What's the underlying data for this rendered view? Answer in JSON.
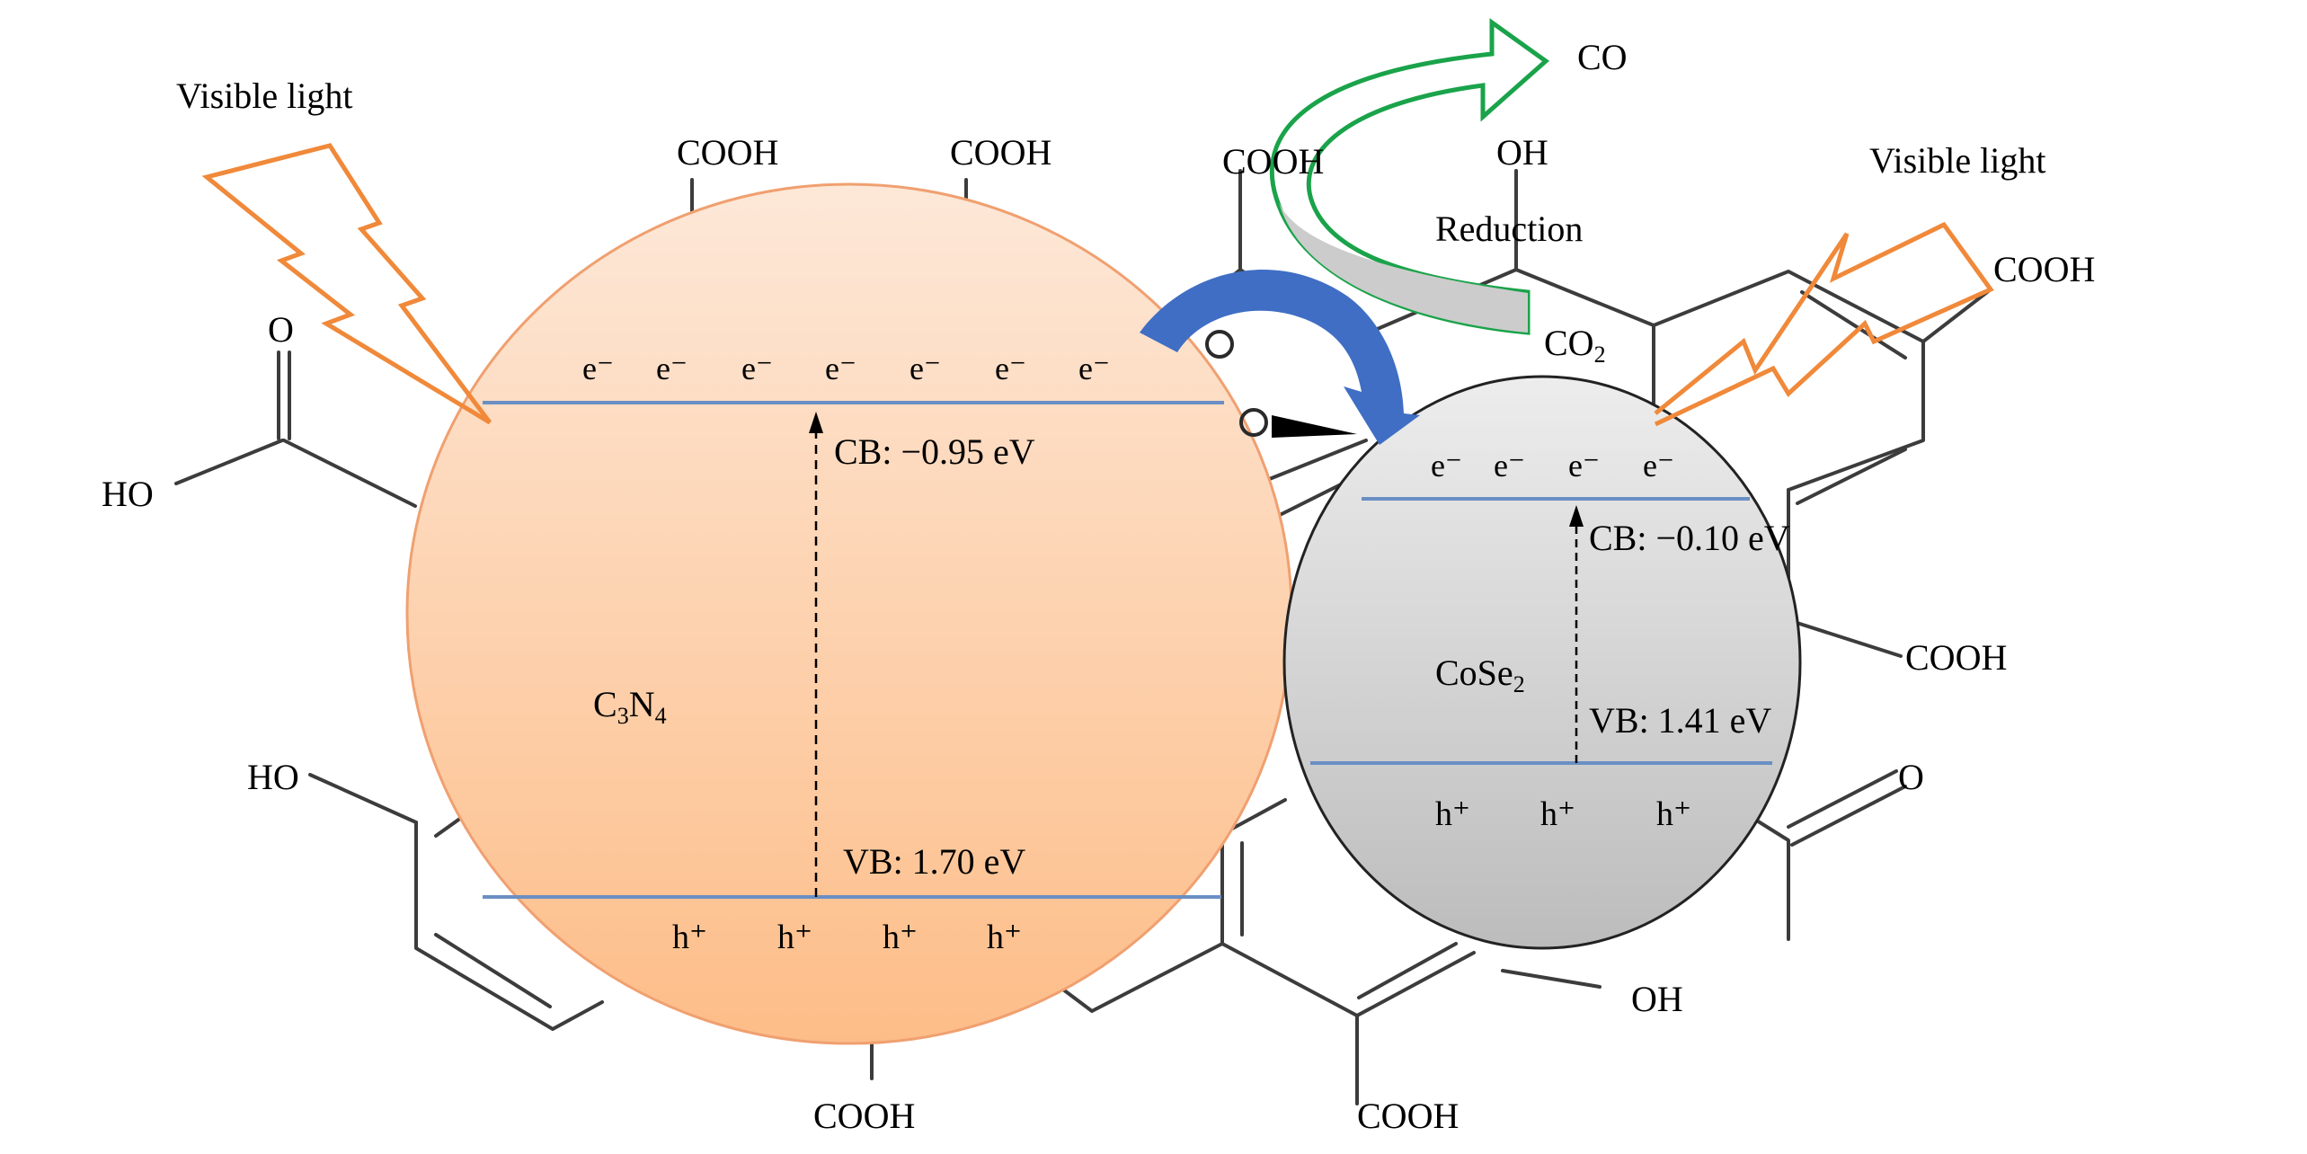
{
  "title": "C3N4/CoSe2 photocatalytic CO2 reduction mechanism",
  "colors": {
    "c3n4_fill_top": "#fde6d4",
    "c3n4_fill_bottom": "#fdbf8c",
    "cose2_fill_top": "#ececec",
    "cose2_fill_bottom": "#bdbdbd",
    "band_line": "#6a8fc4",
    "electron_transfer_arrow": "#3f6ec4",
    "reduction_arrow_outline": "#1aa34a",
    "reduction_arrow_fill": "#cccccc",
    "light_bolt": "#f0893a"
  },
  "light": {
    "left_label": "Visible light",
    "right_label": "Visible light"
  },
  "c3n4": {
    "name_main": "C",
    "name_sub1": "3",
    "name_mid": "N",
    "name_sub2": "4",
    "cb_label": "CB: −0.95 eV",
    "vb_label": "VB: 1.70  eV",
    "electrons": [
      "e⁻",
      "e⁻",
      "e⁻",
      "e⁻",
      "e⁻",
      "e⁻",
      "e⁻"
    ],
    "holes": [
      "h⁺",
      "h⁺",
      "h⁺",
      "h⁺"
    ]
  },
  "cose2": {
    "name_main": "CoSe",
    "name_sub": "2",
    "cb_label": "CB: −0.10 eV",
    "vb_label": "VB: 1.41 eV",
    "electrons": [
      "e⁻",
      "e⁻",
      "e⁻",
      "e⁻"
    ],
    "holes": [
      "h⁺",
      "h⁺",
      "h⁺"
    ]
  },
  "reaction": {
    "process_label": "Reduction",
    "reactant_main": "CO",
    "reactant_sub": "2",
    "product": "CO"
  },
  "groups": {
    "top_cooh_1": "COOH",
    "top_cooh_2": "COOH",
    "top_cooh_3": "COOH",
    "top_oh": "OH",
    "right_cooh_upper": "COOH",
    "right_cooh_mid": "COOH",
    "right_o": "O",
    "bottom_oh": "OH",
    "bottom_cooh_1": "COOH",
    "bottom_cooh_2": "COOH",
    "left_o": "O",
    "left_ho_upper": "HO",
    "left_ho_lower": "HO"
  }
}
